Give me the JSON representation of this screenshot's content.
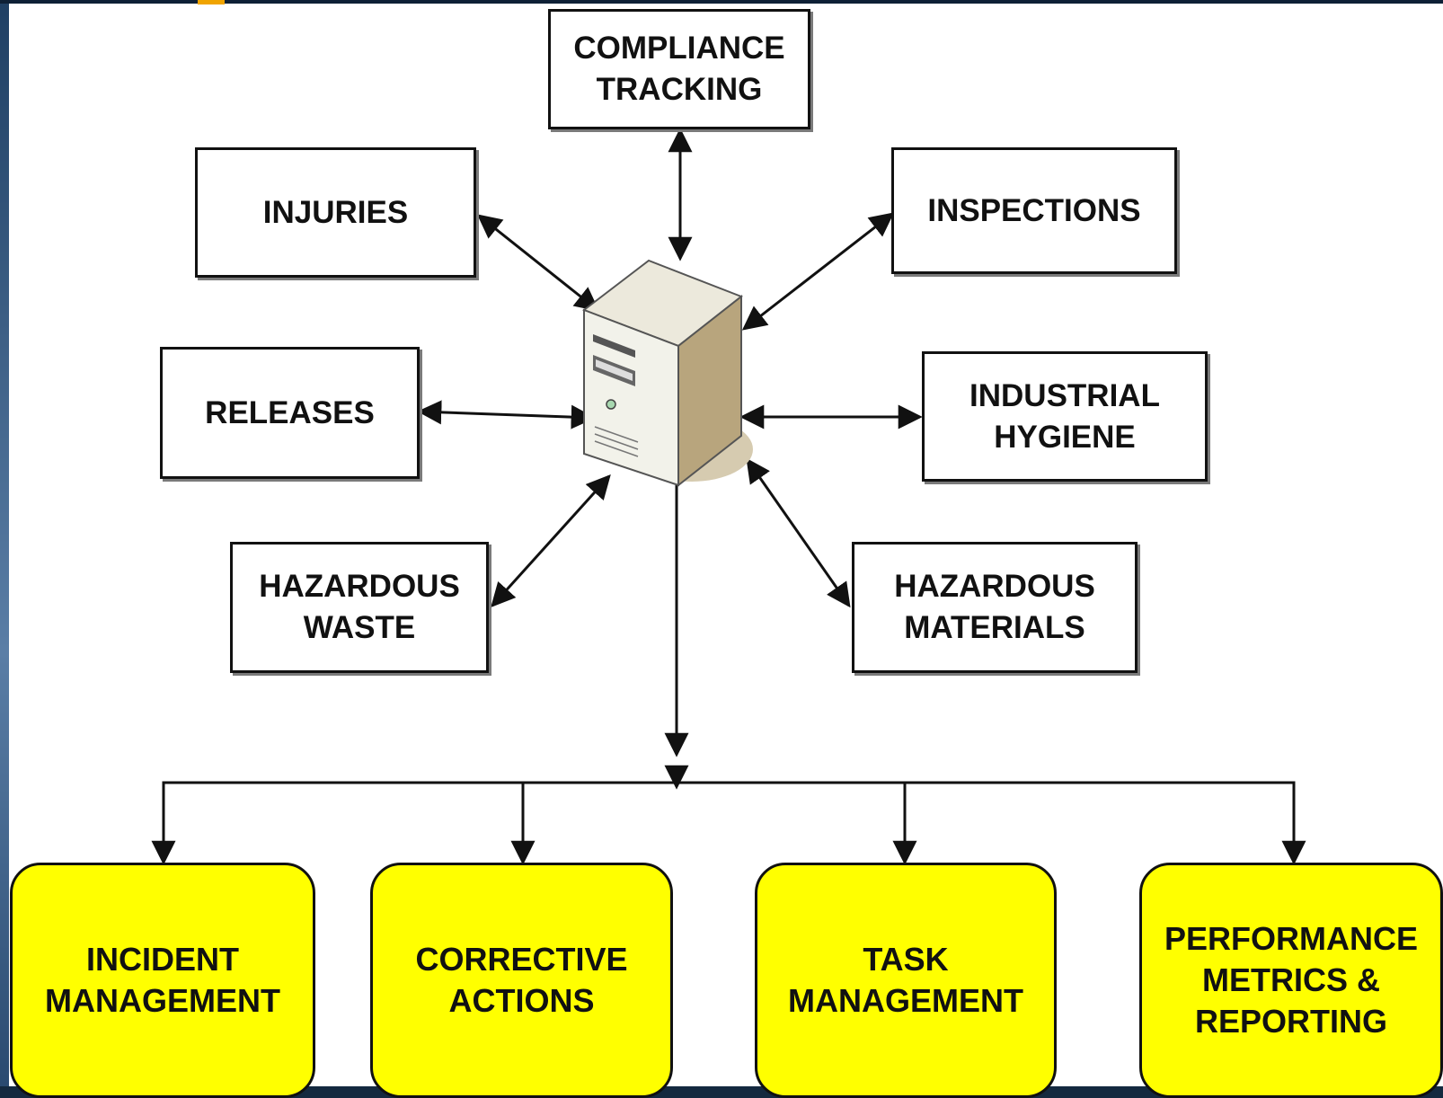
{
  "nodes": {
    "compliance_tracking": "COMPLIANCE\nTRACKING",
    "injuries": "INJURIES",
    "inspections": "INSPECTIONS",
    "releases": "RELEASES",
    "industrial_hygiene": "INDUSTRIAL\nHYGIENE",
    "hazardous_waste": "HAZARDOUS\nWASTE",
    "hazardous_materials": "HAZARDOUS\nMATERIALS"
  },
  "modules": {
    "incident_management": "INCIDENT\nMANAGEMENT",
    "corrective_actions": "CORRECTIVE\nACTIONS",
    "task_management": "TASK\nMANAGEMENT",
    "performance_metrics": "PERFORMANCE\nMETRICS &\nREPORTING"
  },
  "center_icon": "server-icon",
  "colors": {
    "module_fill": "#ffff00",
    "box_border": "#111111",
    "frame": "#14293f"
  }
}
